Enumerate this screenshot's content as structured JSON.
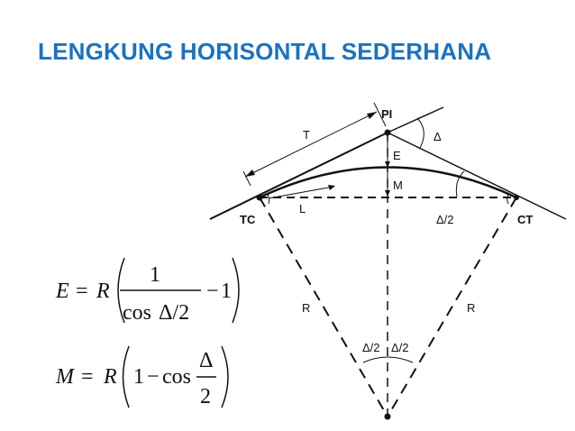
{
  "title": "LENGKUNG HORISONTAL SEDERHANA",
  "labels": {
    "pi": "PI",
    "t": "T",
    "delta": "Δ",
    "e": "E",
    "m": "M",
    "l": "L",
    "tc": "TC",
    "ct": "CT",
    "delta_half_right": "Δ/2",
    "r_left": "R",
    "r_right": "R",
    "delta_half_center_left": "Δ/2",
    "delta_half_center_right": "Δ/2"
  },
  "formula_e": {
    "lhs": "E",
    "eq": "=",
    "r": "R",
    "num": "1",
    "den_cos": "cos",
    "den_arg": "Δ/2",
    "minus": "−",
    "one": "1"
  },
  "formula_m": {
    "lhs": "M",
    "eq": "=",
    "r": "R",
    "one": "1",
    "minus": "−",
    "cos": "cos",
    "num": "Δ",
    "den": "2"
  }
}
